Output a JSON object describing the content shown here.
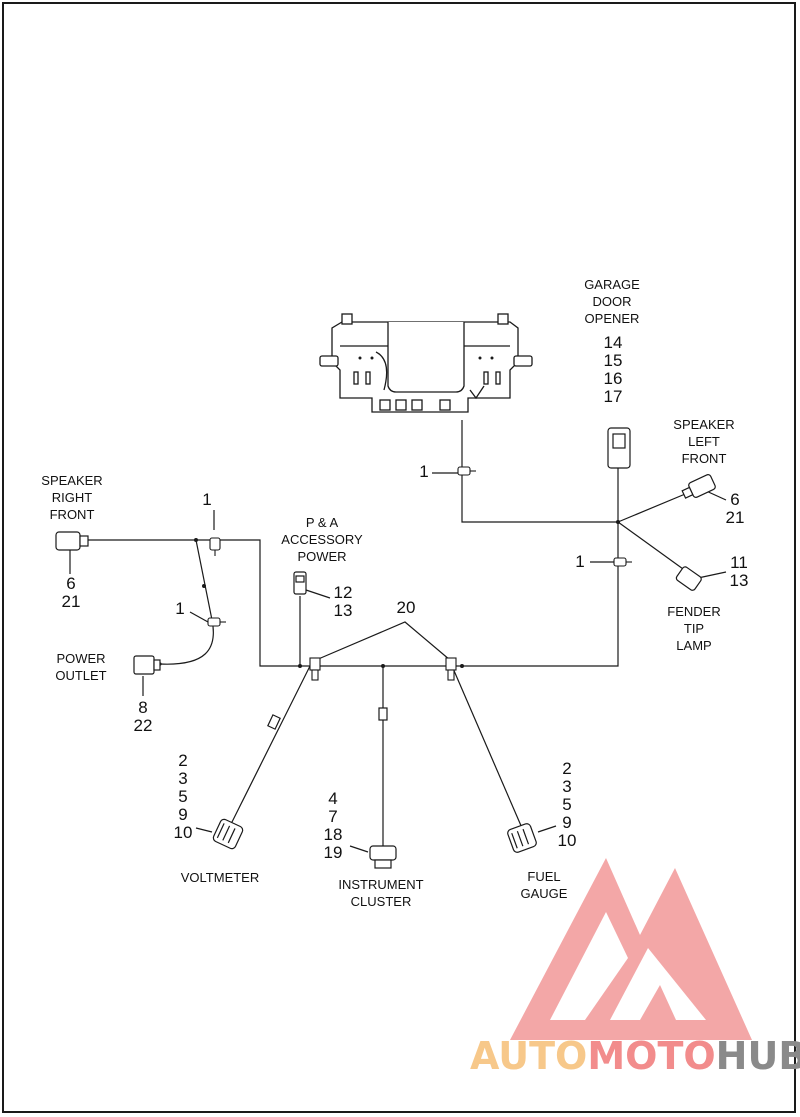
{
  "labels": {
    "garage_door_opener": "GARAGE\nDOOR\nOPENER",
    "speaker_left_front": "SPEAKER\nLEFT\nFRONT",
    "speaker_right_front": "SPEAKER\nRIGHT\nFRONT",
    "pa_accessory_power": "P & A\nACCESSORY\nPOWER",
    "power_outlet": "POWER\nOUTLET",
    "fender_tip_lamp": "FENDER\nTIP\nLAMP",
    "voltmeter": "VOLTMETER",
    "instrument_cluster": "INSTRUMENT\nCLUSTER",
    "fuel_gauge": "FUEL\nGAUGE"
  },
  "callouts": {
    "garage_door_opener": "14\n15\n16\n17",
    "speaker_left_front": "6\n21",
    "speaker_right_front": "6\n21",
    "clip_top": "1",
    "clip_right": "1",
    "clip_left_upper": "1",
    "clip_left_lower": "1",
    "pa_accessory_power": "12\n13",
    "ground_20": "20",
    "fender_tip_lamp": "11\n13",
    "power_outlet": "8\n22",
    "voltmeter": "2\n3\n5\n9\n10",
    "instrument_cluster": "4\n7\n18\n19",
    "fuel_gauge": "2\n3\n5\n9\n10"
  },
  "watermark": {
    "part1": "AUTO",
    "part2": "MOTO",
    "part3": "HUB",
    "color1": "#f7c88a",
    "color2": "#f28c8c",
    "color3": "#8a8a8a",
    "logo_color": "#f08a8a"
  }
}
